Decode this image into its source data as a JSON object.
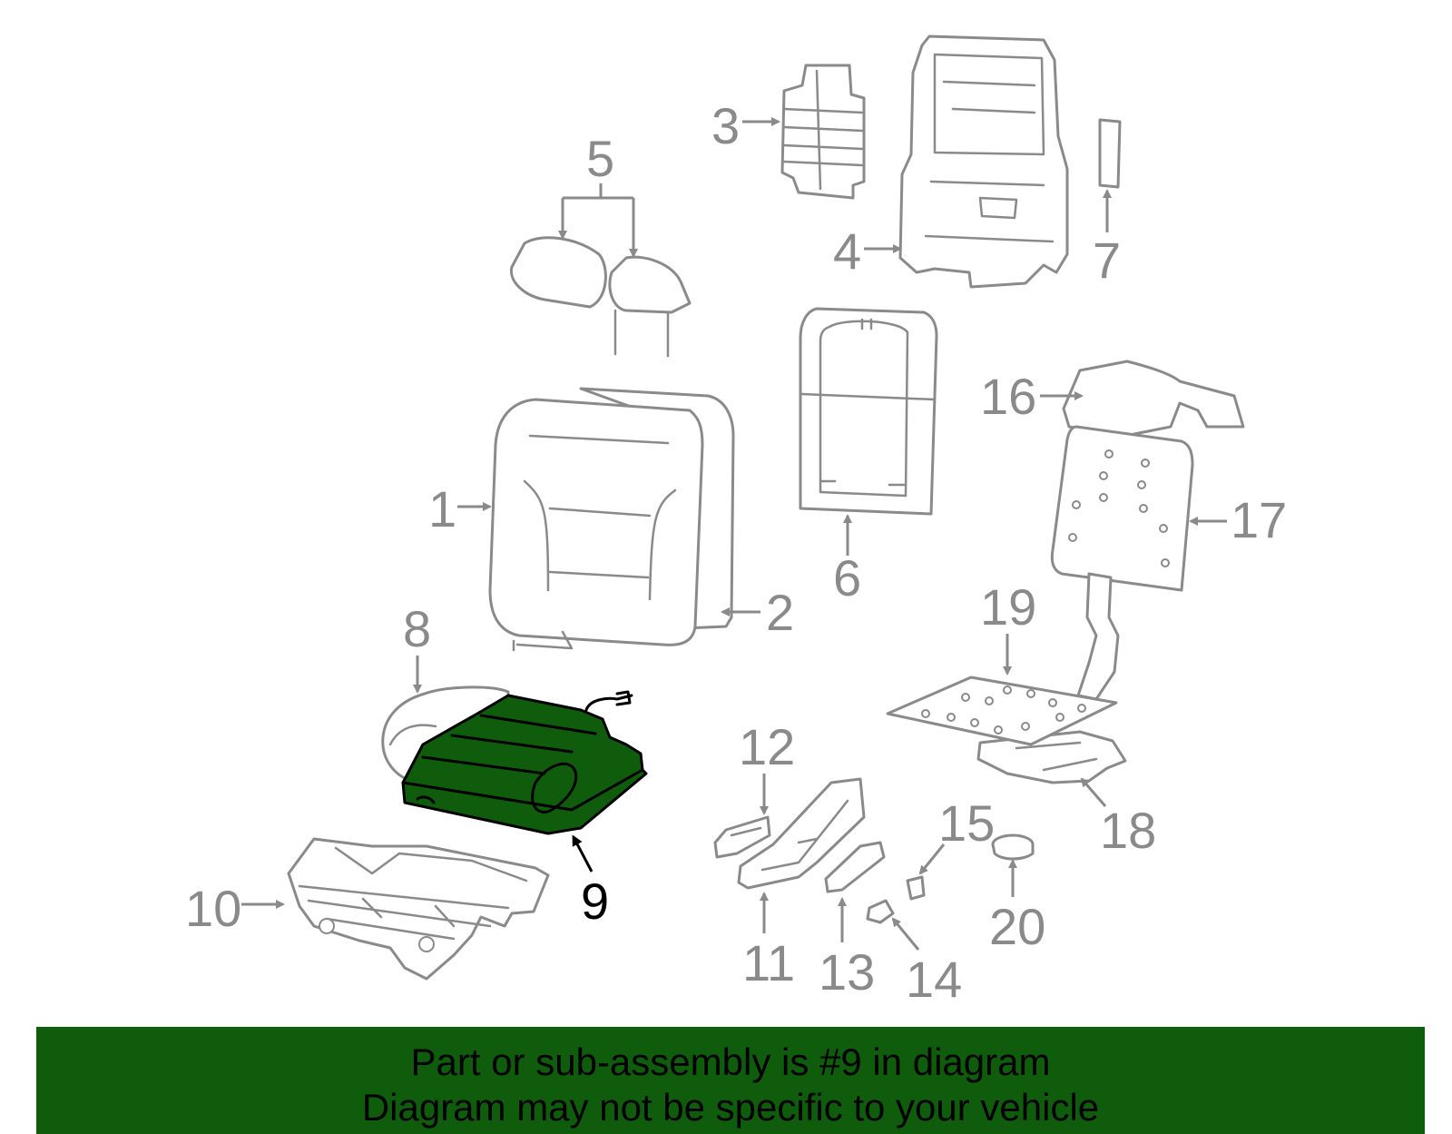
{
  "diagram": {
    "highlight_color": "#0f5c0c",
    "part_line_color": "#8a8a8a",
    "highlighted_part": "9",
    "callouts": [
      "1",
      "2",
      "3",
      "4",
      "5",
      "6",
      "7",
      "8",
      "9",
      "10",
      "11",
      "12",
      "13",
      "14",
      "15",
      "16",
      "17",
      "18",
      "19",
      "20"
    ]
  },
  "banner": {
    "line1": "Part or sub-assembly is #9 in diagram",
    "line2": "Diagram may not be specific to your vehicle"
  }
}
